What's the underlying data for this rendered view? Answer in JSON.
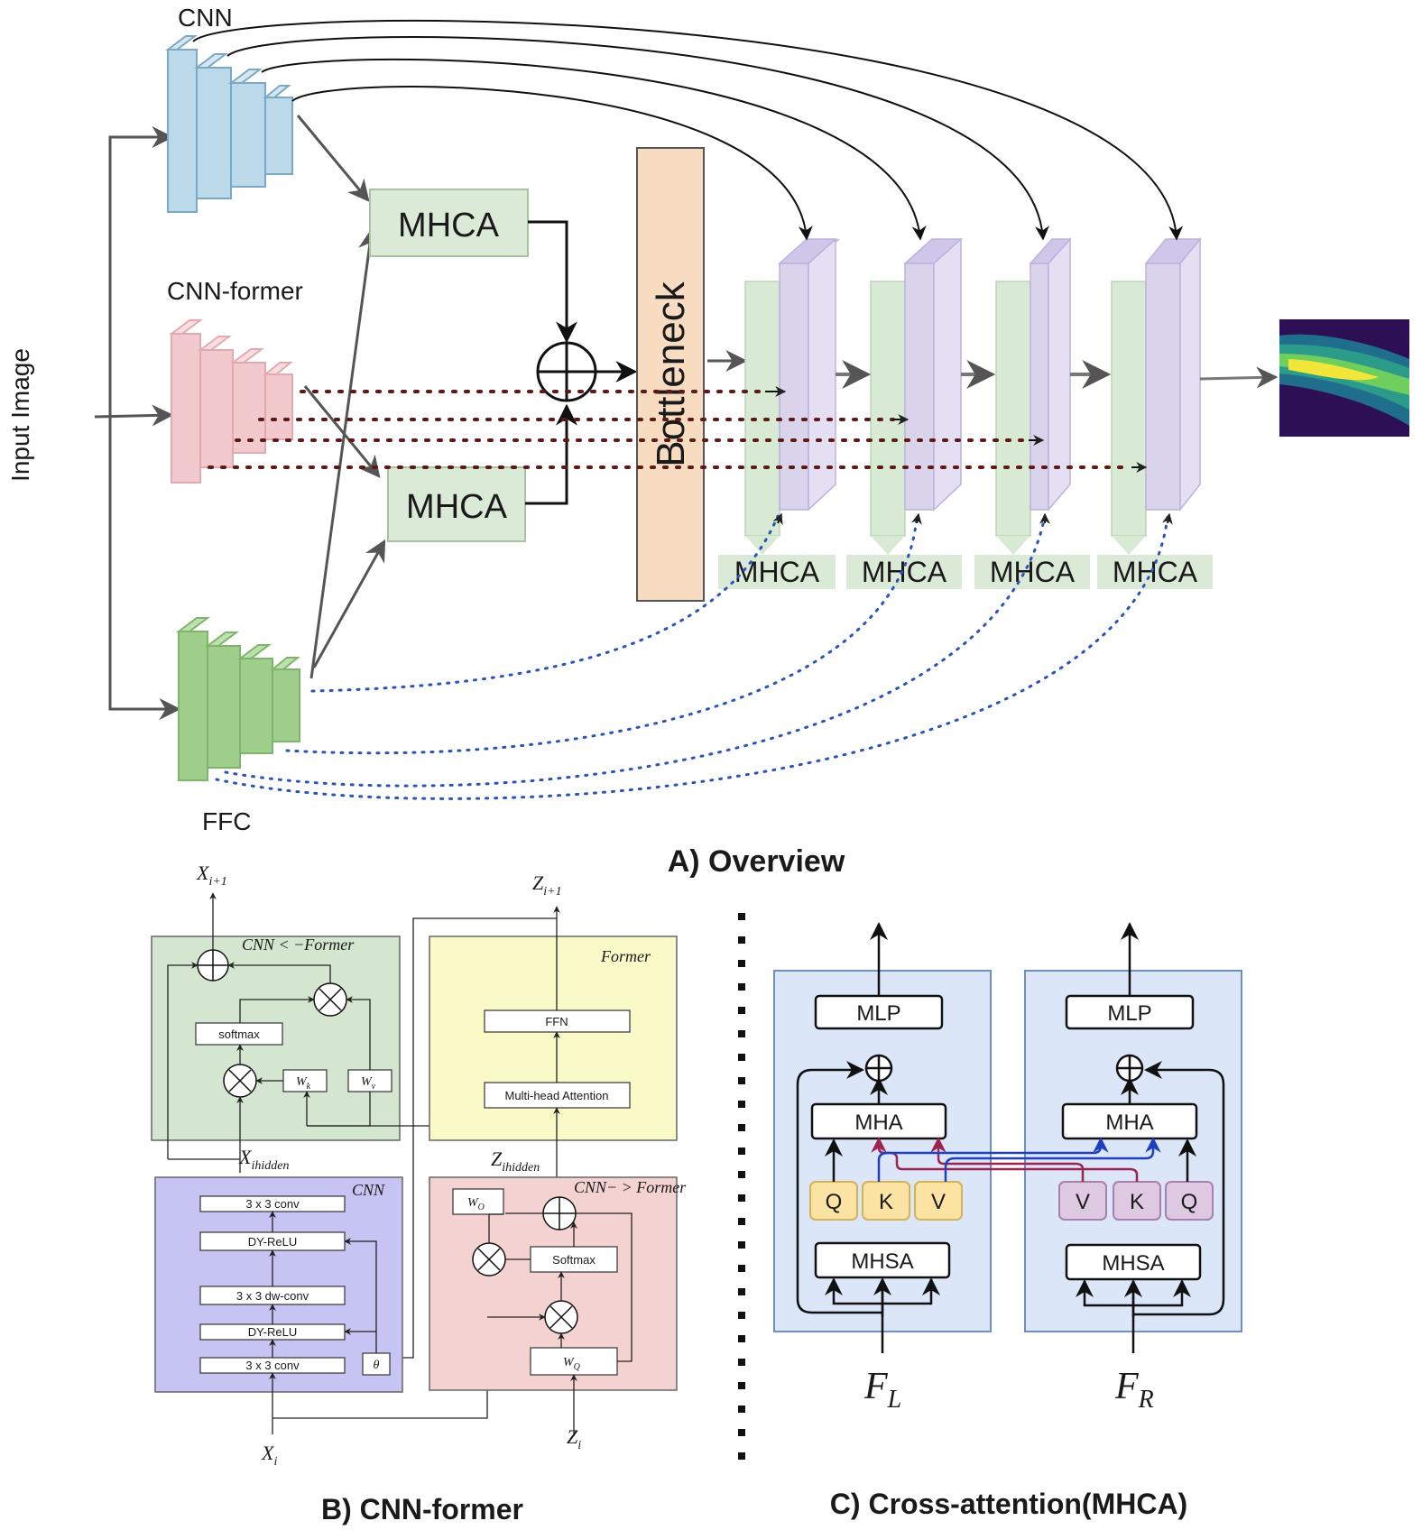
{
  "overview": {
    "title": "A) Overview",
    "input_label": "Input Image",
    "encoders": [
      "CNN",
      "CNN-former",
      "FFC"
    ],
    "fusion_blocks": [
      "MHCA",
      "MHCA"
    ],
    "bottleneck": "Bottleneck",
    "decoder_mhca": [
      "MHCA",
      "MHCA",
      "MHCA",
      "MHCA"
    ]
  },
  "cnn_former": {
    "title": "B) CNN-former",
    "cnn_to_former_block": {
      "title": "CNN < −Former",
      "softmax": "softmax",
      "wk": "W",
      "wk_sub": "k",
      "wv": "W",
      "wv_sub": "v"
    },
    "former_block": {
      "title": "Former",
      "ffn": "FFN",
      "mha": "Multi-head Attention"
    },
    "cnn_block": {
      "title": "CNN",
      "layers": [
        "3 x 3 conv",
        "DY-ReLU",
        "3 x 3 dw-conv",
        "DY-ReLU",
        "3 x 3 conv"
      ],
      "theta": "θ"
    },
    "former_from_cnn_block": {
      "title": "CNN− > Former",
      "wo": "W",
      "wo_sub": "O",
      "softmax": "Softmax",
      "wq": "W",
      "wq_sub": "Q"
    },
    "symbols": {
      "x_next": "X",
      "x_next_sub": "i+1",
      "z_next": "Z",
      "z_next_sub": "i+1",
      "x_hidden": "X",
      "x_hidden_sub": "ihidden",
      "z_hidden": "Z",
      "z_hidden_sub": "ihidden",
      "x_in": "X",
      "x_in_sub": "i",
      "z_in": "Z",
      "z_in_sub": "i"
    }
  },
  "cross_attention": {
    "title": "C) Cross-attention(MHCA)",
    "left": {
      "mlp": "MLP",
      "mha": "MHA",
      "mhsa": "MHSA",
      "tokens": [
        "Q",
        "K",
        "V"
      ],
      "input": "F",
      "input_sub": "L"
    },
    "right": {
      "mlp": "MLP",
      "mha": "MHA",
      "mhsa": "MHSA",
      "tokens": [
        "V",
        "K",
        "Q"
      ],
      "input": "F",
      "input_sub": "R"
    }
  },
  "colors": {
    "cnn": "#bcd9ea",
    "cnn_former": "#f2c9cc",
    "ffc": "#9fcf8b",
    "mhca": "#dbe9d7",
    "bottleneck": "#f7dcc2",
    "decoder": "#d9d3ec",
    "decoder_green": "#d8ead3",
    "panel_green": "#d5e6d0",
    "panel_yellow": "#fafac8",
    "panel_purple": "#c5c4f3",
    "panel_pink": "#f5d2d2",
    "panel_blue": "#dbe6f8",
    "token_yellow": "#fbe3a4",
    "token_purple": "#dec8e2",
    "link_red": "#9c2352",
    "link_blue": "#1f3fbf",
    "skip_dots": "#5b1a16"
  }
}
